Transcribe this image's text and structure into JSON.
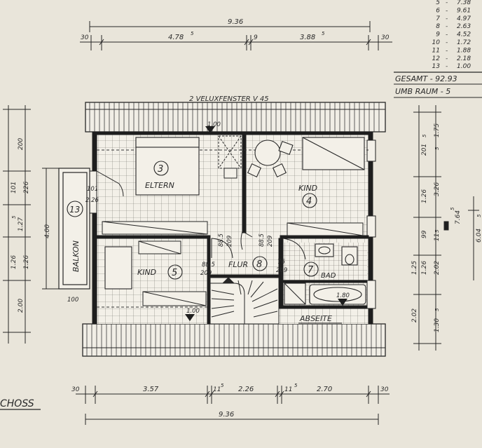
{
  "title": "2 VELUXFENSTER  V 45",
  "floor_label": "CHOSS",
  "summary": {
    "area_rows": [
      {
        "no": "5",
        "value": "7.38"
      },
      {
        "no": "6",
        "value": "9.61"
      },
      {
        "no": "7",
        "value": "4.97"
      },
      {
        "no": "8",
        "value": "2.63"
      },
      {
        "no": "9",
        "value": "4.52"
      },
      {
        "no": "10",
        "value": "1.72"
      },
      {
        "no": "11",
        "value": "1.88"
      },
      {
        "no": "12",
        "value": "2.18"
      },
      {
        "no": "13",
        "value": "1.00"
      }
    ],
    "gesamt": "GESAMT - 92.93",
    "umb_raum": "UMB RAUM - 5"
  },
  "rooms": {
    "eltern": {
      "number": "3",
      "name": "ELTERN"
    },
    "kind_top": {
      "number": "4",
      "name": "KIND"
    },
    "kind_left": {
      "number": "5",
      "name": "KIND"
    },
    "flur": {
      "number": "8",
      "name": "FLUR"
    },
    "bad": {
      "number": "7",
      "name": "BAD"
    },
    "balkon": {
      "number": "13",
      "name": "BALKON"
    },
    "abseite": {
      "name": "ABSEITE"
    }
  },
  "dims": {
    "top_total": "9.36",
    "top_left": "4.78",
    "top_left_sup": "5",
    "top_mid": "9",
    "top_right": "3.88",
    "top_right_sup": "5",
    "edge": "30",
    "bottom_1": "3.57",
    "bottom_2": "11",
    "bottom_2_sup": "5",
    "bottom_3": "2.26",
    "bottom_4": "11",
    "bottom_4_sup": "5",
    "bottom_5": "2.70",
    "bottom_total": "9.36",
    "left_200": "200",
    "left_101": "101",
    "left_226": "226",
    "left_127": "1.27",
    "left_127_sup": "5",
    "left_126a": "1.26",
    "left_126b": "1.26",
    "left_200b": "2.00",
    "balkon_width": "4.00",
    "right_201": "201",
    "right_201_sup": "5",
    "right_175": "1.75",
    "right_175_sup": "5",
    "right_126": "1.26",
    "right_326": "3.26",
    "right_99": "99",
    "right_11": "11",
    "right_11_sup": "5",
    "right_125": "1.25",
    "right_126b": "1.26",
    "right_202": "2.02",
    "right_202b": "2.02",
    "right_130": "1.30",
    "right_130_sup": "5",
    "right_764": "7.64",
    "right_764_sup": "5",
    "right_604": "6.04",
    "right_604_sup": "5",
    "velux_100_top": "1.00",
    "door_101": "101",
    "door_226": "2.26",
    "door_flur_a": "88.5",
    "door_flur_a2": "209",
    "door_flur_b": "88.5",
    "door_flur_b2": "209",
    "door_kind_a": "88.5",
    "door_kind_b": "209",
    "door_bad_a": "76",
    "door_bad_b": "209",
    "bath_180": "1.80",
    "velux_100_bottom": "1.00",
    "balkon_100": "100"
  }
}
